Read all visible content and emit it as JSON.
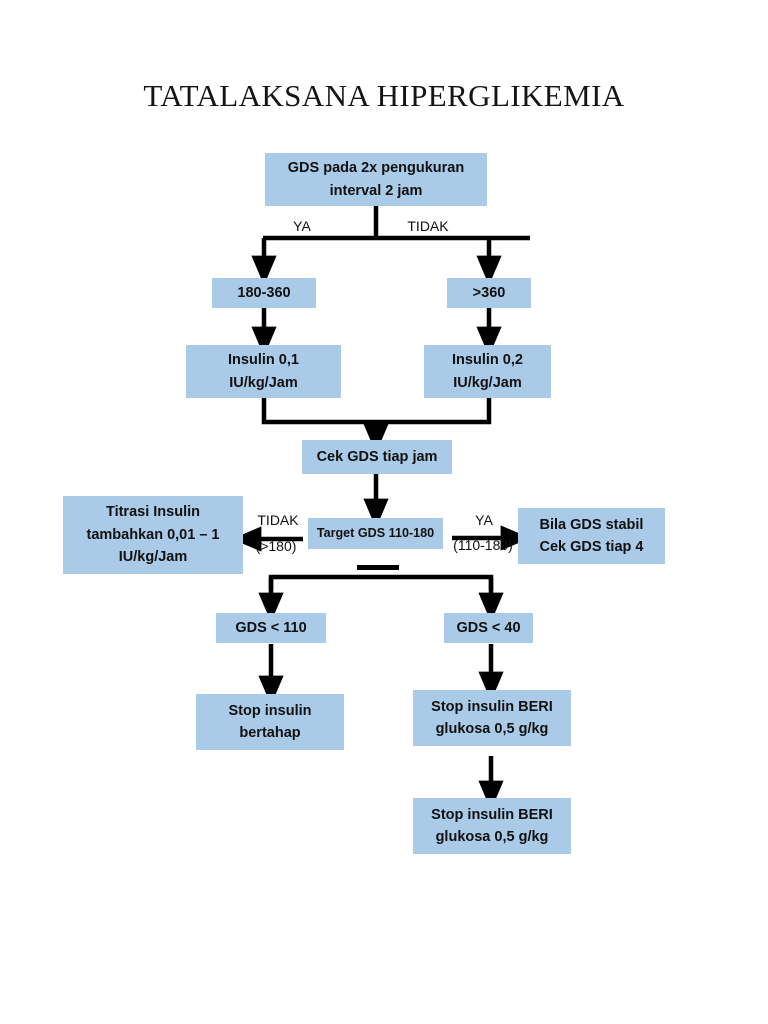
{
  "title": "TATALAKSANA HIPERGLIKEMIA",
  "colors": {
    "node_fill": "#a9cbe7",
    "text": "#111111",
    "line": "#000000",
    "background": "#ffffff"
  },
  "nodes": {
    "start": "GDS pada 2x pengukuran interval 2 jam",
    "range_mid": "180-360",
    "range_high": ">360",
    "insulin_low": "Insulin 0,1 IU/kg/Jam",
    "insulin_high": "Insulin 0,2 IU/kg/Jam",
    "check_hourly": "Cek GDS tiap jam",
    "titration": "Titrasi Insulin tambahkan 0,01 – 1 IU/kg/Jam",
    "target": "Target GDS 110-180",
    "stable": "Bila GDS stabil Cek GDS tiap 4",
    "gds_under_110": "GDS < 110",
    "gds_under_40": "GDS < 40",
    "stop_gradual": "Stop insulin bertahap",
    "stop_glucose": "Stop insulin BERI glukosa 0,5 g/kg",
    "stop_glucose_2": "Stop insulin BERI glukosa 0,5 g/kg"
  },
  "node_lines": {
    "start": [
      "GDS pada 2x pengukuran",
      "interval 2 jam"
    ],
    "insulin_low": [
      "Insulin 0,1",
      "IU/kg/Jam"
    ],
    "insulin_high": [
      "Insulin 0,2",
      "IU/kg/Jam"
    ],
    "titration": [
      "Titrasi Insulin",
      "tambahkan 0,01 – 1",
      "IU/kg/Jam"
    ],
    "stable": [
      "Bila GDS stabil",
      "Cek GDS tiap 4"
    ],
    "stop_gradual": [
      "Stop insulin",
      "bertahap"
    ],
    "stop_glucose": [
      "Stop insulin BERI",
      "glukosa 0,5 g/kg"
    ],
    "stop_glucose_2": [
      "Stop insulin BERI",
      "glukosa 0,5 g/kg"
    ]
  },
  "edge_labels": {
    "ya_top": "YA",
    "tidak_top": "TIDAK",
    "tidak_mid": "TIDAK",
    "tidak_mid_range": "(>180)",
    "ya_mid": "YA",
    "ya_mid_range": "(110-180)"
  }
}
